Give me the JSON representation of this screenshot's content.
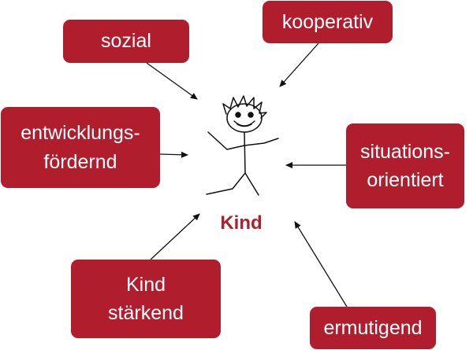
{
  "diagram": {
    "center": {
      "label": "Kind",
      "figure": "stick-figure-child"
    },
    "nodes": [
      {
        "id": "sozial",
        "label": "sozial"
      },
      {
        "id": "kooperativ",
        "label": "kooperativ"
      },
      {
        "id": "entwicklungsfoerdernd",
        "label": "entwicklungs-\nfördernd"
      },
      {
        "id": "situationsorientiert",
        "label": "situations-\norientiert"
      },
      {
        "id": "kind-staerkend",
        "label": "Kind\nstärkend"
      },
      {
        "id": "ermutigend",
        "label": "ermutigend"
      }
    ],
    "colors": {
      "box": "#b01e2e",
      "box_text": "#ffffff",
      "center_label": "#b01e2e",
      "arrow": "#111111",
      "figure": "#111111"
    }
  }
}
